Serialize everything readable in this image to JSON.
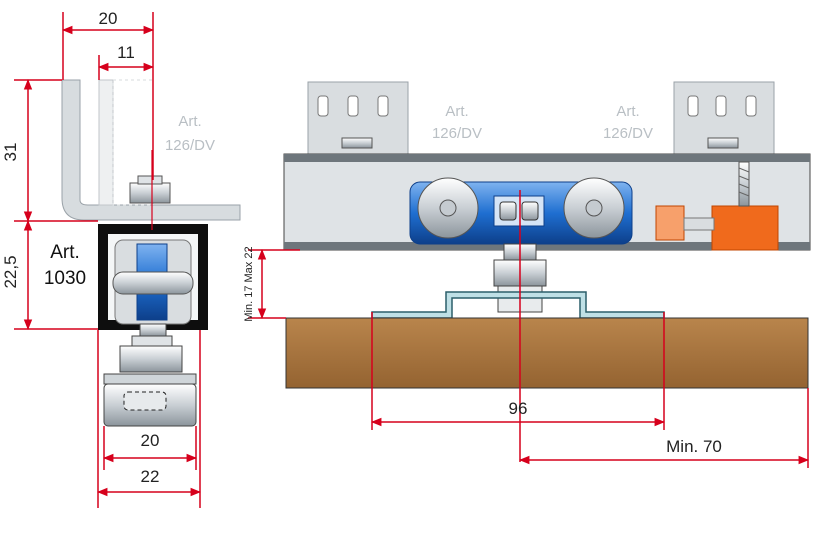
{
  "labels": {
    "art_126_dv": [
      "Art.",
      "126/DV"
    ],
    "art_1030": [
      "Art.",
      "1030"
    ],
    "min_max": "Min. 17  Max 22"
  },
  "dimensions": {
    "top_width": "20",
    "top_inner": "11",
    "bracket_height": "31",
    "track_height": "22,5",
    "wheel_width": "20",
    "base_width": "22",
    "plate_length": "96",
    "edge_distance": "Min. 70"
  },
  "colors": {
    "dimension_line": "#d6001c",
    "track_gray": "#c8cdd1",
    "roller_blue": "#1f6fd1",
    "stopper_orange": "#f06a1c",
    "wood_brown": "#a7753f"
  },
  "icons": [
    "bracket-icon",
    "roller-carriage-icon",
    "stopper-icon",
    "screw-icon",
    "mounting-plate-icon"
  ]
}
